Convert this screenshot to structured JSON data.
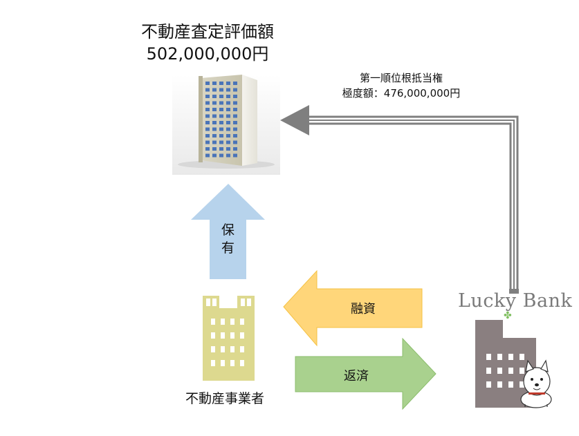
{
  "property": {
    "title_line1": "不動産査定評価額",
    "title_line2": "502,000,000円"
  },
  "lien": {
    "line1": "第一順位根抵当権",
    "line2": "極度額：476,000,000円"
  },
  "arrows": {
    "hold": "保有",
    "loan": "融資",
    "repay": "返済"
  },
  "owner": {
    "label": "不動産事業者"
  },
  "bank": {
    "name": "Lucky Bank"
  },
  "colors": {
    "hold_arrow": "#b7d3ec",
    "loan_arrow": "#ffd67a",
    "repay_arrow": "#a9d18e",
    "owner_building": "#ddd98f",
    "bank_building": "#8a7f80",
    "lien_arrow": "#7f7f7f"
  }
}
